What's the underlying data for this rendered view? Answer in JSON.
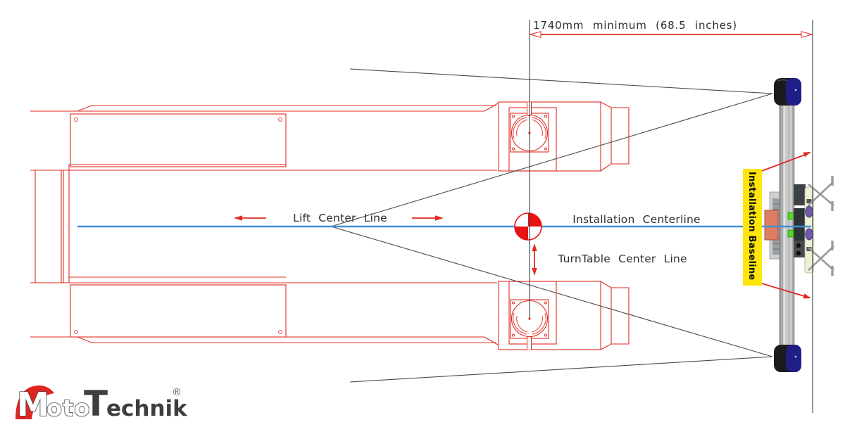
{
  "diagram": {
    "dimension_label": "1740mm minimum (68.5 inches)",
    "lift_center_line": "Lift Center Line",
    "installation_centerline": "Installation Centerline",
    "turntable_center_line": "TurnTable Center Line",
    "installation_baseline": "Installation Baseline"
  },
  "logo": {
    "m": "M",
    "oto": "oto",
    "t": "T",
    "echnik": "echnik",
    "registered": "®"
  },
  "colors": {
    "cad_red": "#e02b22",
    "centerline_blue": "#3f8fd9",
    "baseline_label_yellow": "#ffe60a",
    "camera_pod_navy": "#1e1e86",
    "target_red": "#e81313",
    "line_black": "#3f3f3f",
    "logo_red": "#e02420"
  }
}
